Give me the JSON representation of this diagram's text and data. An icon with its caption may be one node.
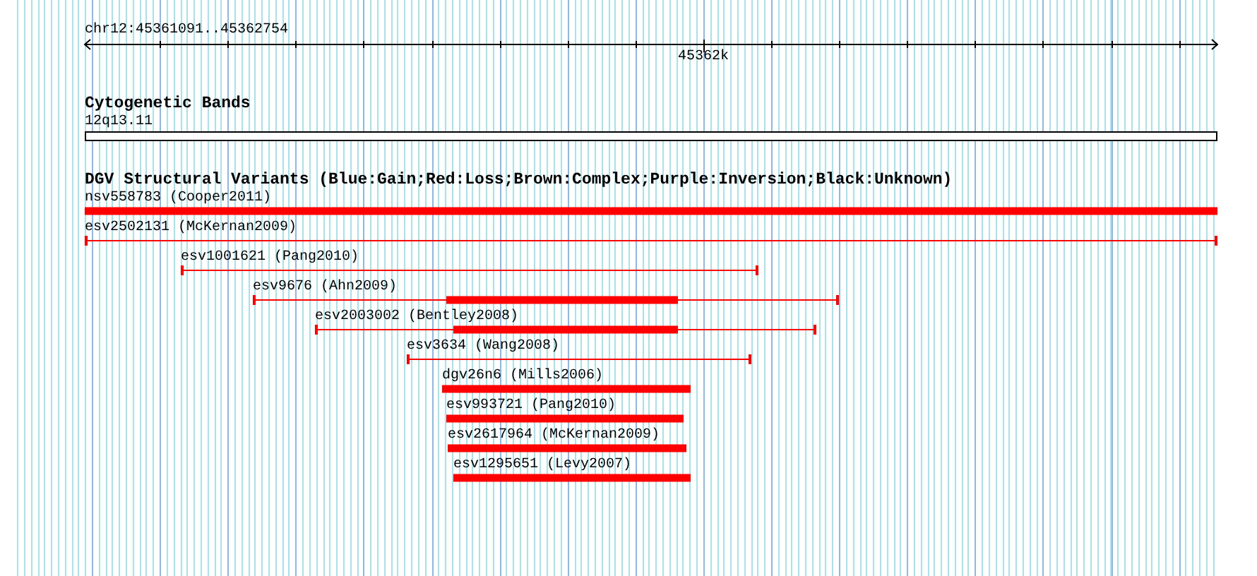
{
  "diagram": {
    "title": "chr12:45361091..45362754",
    "nodes": [
      {
        "text": [
          "12q13.11"
        ]
      },
      {
        "text": [
          "nsv558783 (Cooper2011)"
        ]
      },
      {
        "text": [
          "esv2502131 (McKernan2009)"
        ]
      },
      {
        "text": [
          "esv1001621 (Pang2010)"
        ]
      },
      {
        "text": [
          "esv9676 (Ahn2009)"
        ]
      },
      {
        "text": [
          "esv2003002 (Bentley2008)"
        ]
      },
      {
        "text": [
          "esv3634 (Wang2008)"
        ]
      },
      {
        "text": [
          "dgv26n6 (Mills2006)"
        ]
      },
      {
        "text": [
          "esv993721 (Pang2010)"
        ]
      },
      {
        "text": [
          "esv2617964 (McKernan2009)"
        ]
      },
      {
        "text": [
          "esv1295651 (Levy2007)"
        ]
      }
    ],
    "labels": [
      "45362k",
      "Cytogenetic Bands",
      "DGV Structural Variants (Blue:Gain;Red:Loss;Brown:Complex;Purple:Inversion;Black:Unknown)"
    ]
  }
}
